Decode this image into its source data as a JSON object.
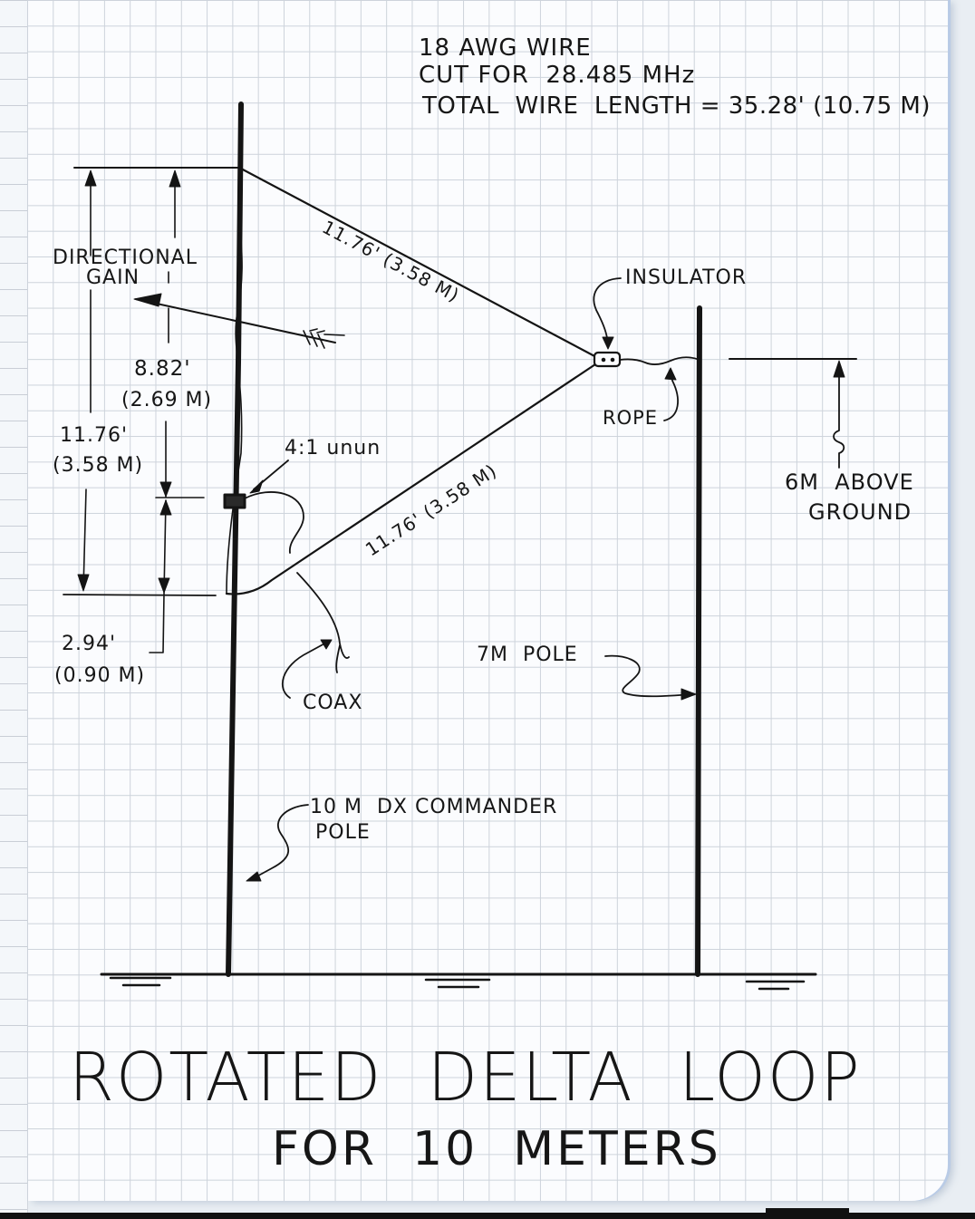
{
  "notes": {
    "line1": "18 AWG WIRE",
    "line2": "CUT FOR  28.485 MHz",
    "line3": "TOTAL  WIRE  LENGTH = 35.28' (10.75 M)"
  },
  "labels": {
    "directional_gain_1": "DIRECTIONAL",
    "directional_gain_2": "GAIN",
    "top_leg": "11.76' (3.58 M)",
    "bottom_leg": "11.76' (3.58 M)",
    "feed_height_ft": "8.82'",
    "feed_height_m": "(2.69 M)",
    "loop_height_ft": "11.76'",
    "loop_height_m": "(3.58 M)",
    "base_height_ft": "2.94'",
    "base_height_m": "(0.90 M)",
    "unun": "4:1 unun",
    "coax": "COAX",
    "insulator": "INSULATOR",
    "rope": "ROPE",
    "ground_height_1": "6M  ABOVE",
    "ground_height_2": "GROUND",
    "pole_7m": "7M  POLE",
    "pole_10m_1": "10 M  DX COMMANDER",
    "pole_10m_2": "POLE"
  },
  "title": {
    "main": "ROTATED  DELTA  LOOP",
    "sub": "FOR  10  METERS"
  }
}
